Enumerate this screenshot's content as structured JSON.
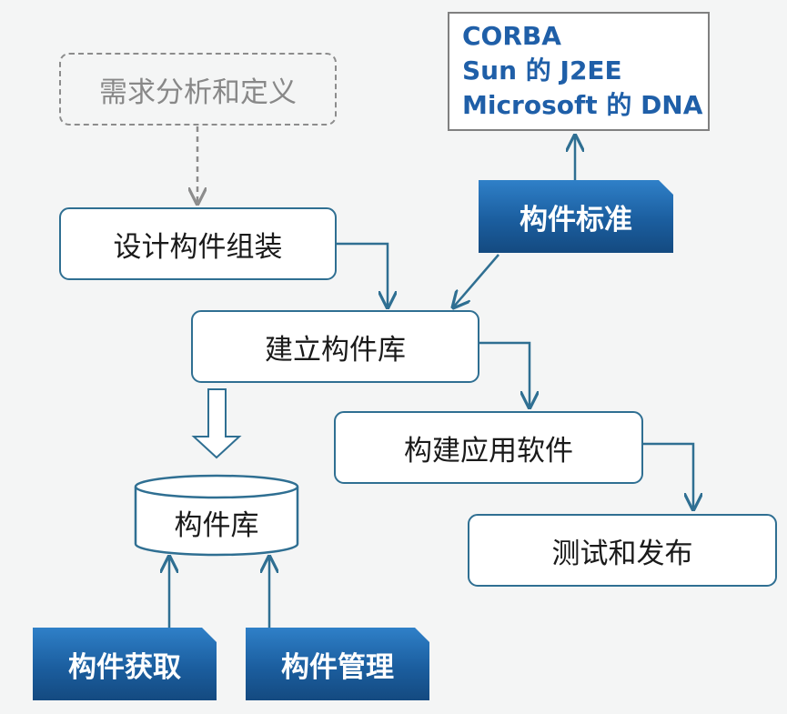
{
  "nodes": {
    "requirements": "需求分析和定义",
    "design_assembly": "设计构件组装",
    "build_library": "建立构件库",
    "build_application": "构建应用软件",
    "test_release": "测试和发布",
    "component_library": "构件库"
  },
  "standards": {
    "label": "构件标准",
    "items": [
      "CORBA",
      "Sun 的 J2EE",
      "Microsoft 的 DNA"
    ]
  },
  "tags": {
    "acquire": "构件获取",
    "manage": "构件管理"
  },
  "colors": {
    "box_border": "#2f6f92",
    "tag_blue": "#1b5e9f",
    "standards_text": "#1f5fa8",
    "dashed_gray": "#8c8c8c"
  }
}
